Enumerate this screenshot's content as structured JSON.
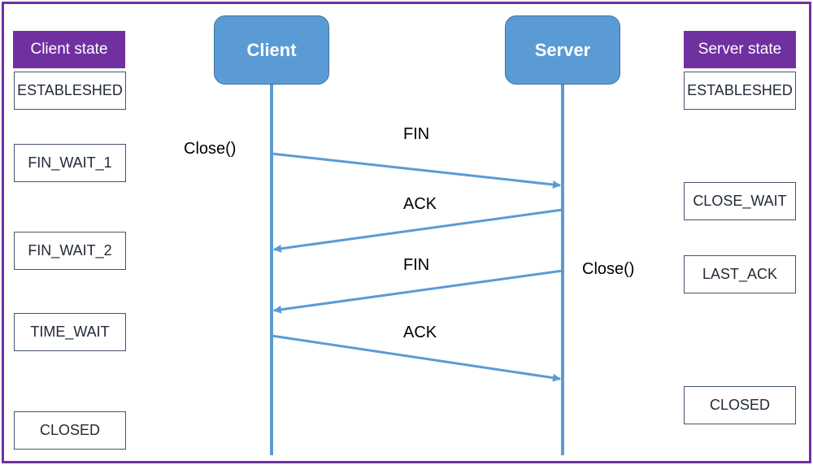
{
  "client_state_header": "Client state",
  "server_state_header": "Server state",
  "client_label": "Client",
  "server_label": "Server",
  "client_states": [
    "ESTABLESHED",
    "FIN_WAIT_1",
    "FIN_WAIT_2",
    "TIME_WAIT",
    "CLOSED"
  ],
  "server_states": [
    "ESTABLESHED",
    "CLOSE_WAIT",
    "LAST_ACK",
    "CLOSED"
  ],
  "messages": [
    "FIN",
    "ACK",
    "FIN",
    "ACK"
  ],
  "client_call": "Close()",
  "server_call": "Close()",
  "colors": {
    "frame": "#7030a0",
    "header_fill": "#7030a0",
    "actor_fill": "#5b9bd5",
    "arrow": "#5b9bd5",
    "state_border": "#44546a"
  }
}
